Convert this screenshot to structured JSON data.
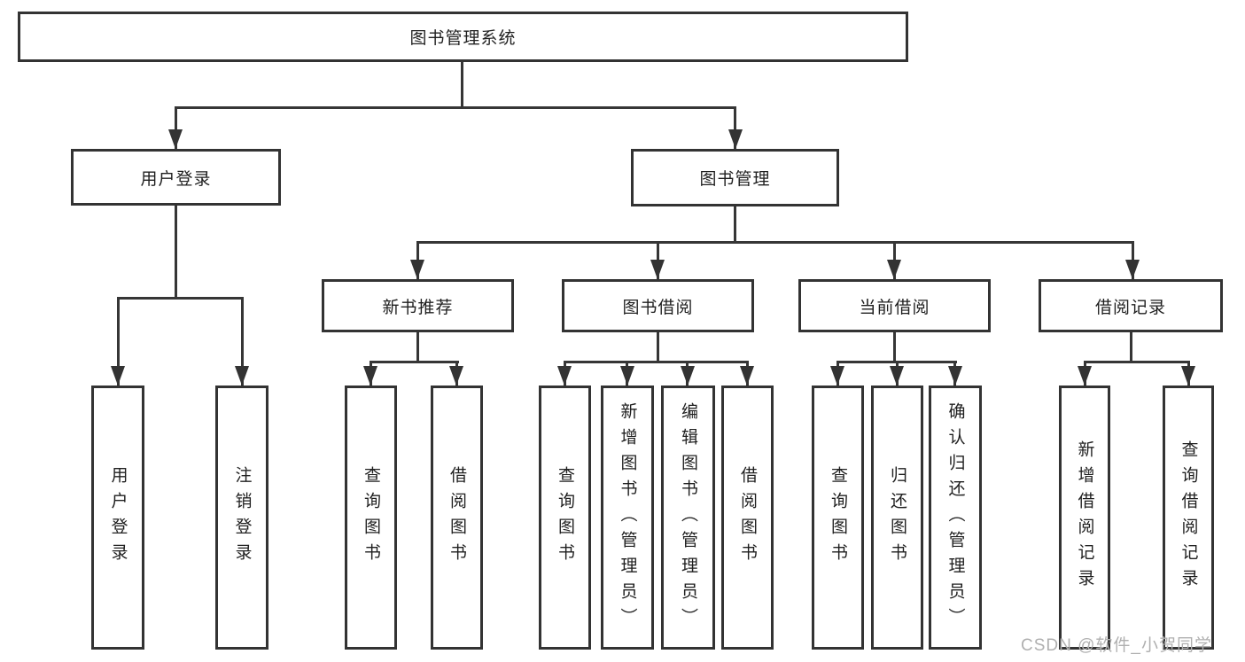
{
  "tree": {
    "label": "图书管理系统",
    "children": [
      {
        "label": "用户登录",
        "children": [
          {
            "label": "用户登录"
          },
          {
            "label": "注销登录"
          }
        ]
      },
      {
        "label": "图书管理",
        "children": [
          {
            "label": "新书推荐",
            "children": [
              {
                "label": "查询图书"
              },
              {
                "label": "借阅图书"
              }
            ]
          },
          {
            "label": "图书借阅",
            "children": [
              {
                "label": "查询图书"
              },
              {
                "label": "新增图书（管理员）"
              },
              {
                "label": "编辑图书（管理员）"
              },
              {
                "label": "借阅图书"
              }
            ]
          },
          {
            "label": "当前借阅",
            "children": [
              {
                "label": "查询图书"
              },
              {
                "label": "归还图书"
              },
              {
                "label": "确认归还（管理员）"
              }
            ]
          },
          {
            "label": "借阅记录",
            "children": [
              {
                "label": "新增借阅记录"
              },
              {
                "label": "查询借阅记录"
              }
            ]
          }
        ]
      }
    ]
  },
  "watermark": {
    "text": "CSDN @软件_小贺同学"
  },
  "colors": {
    "line": "#363636",
    "box_border": "#333333",
    "text": "#1f1f1f",
    "watermark": "#b0b0b0",
    "background": "#ffffff"
  }
}
